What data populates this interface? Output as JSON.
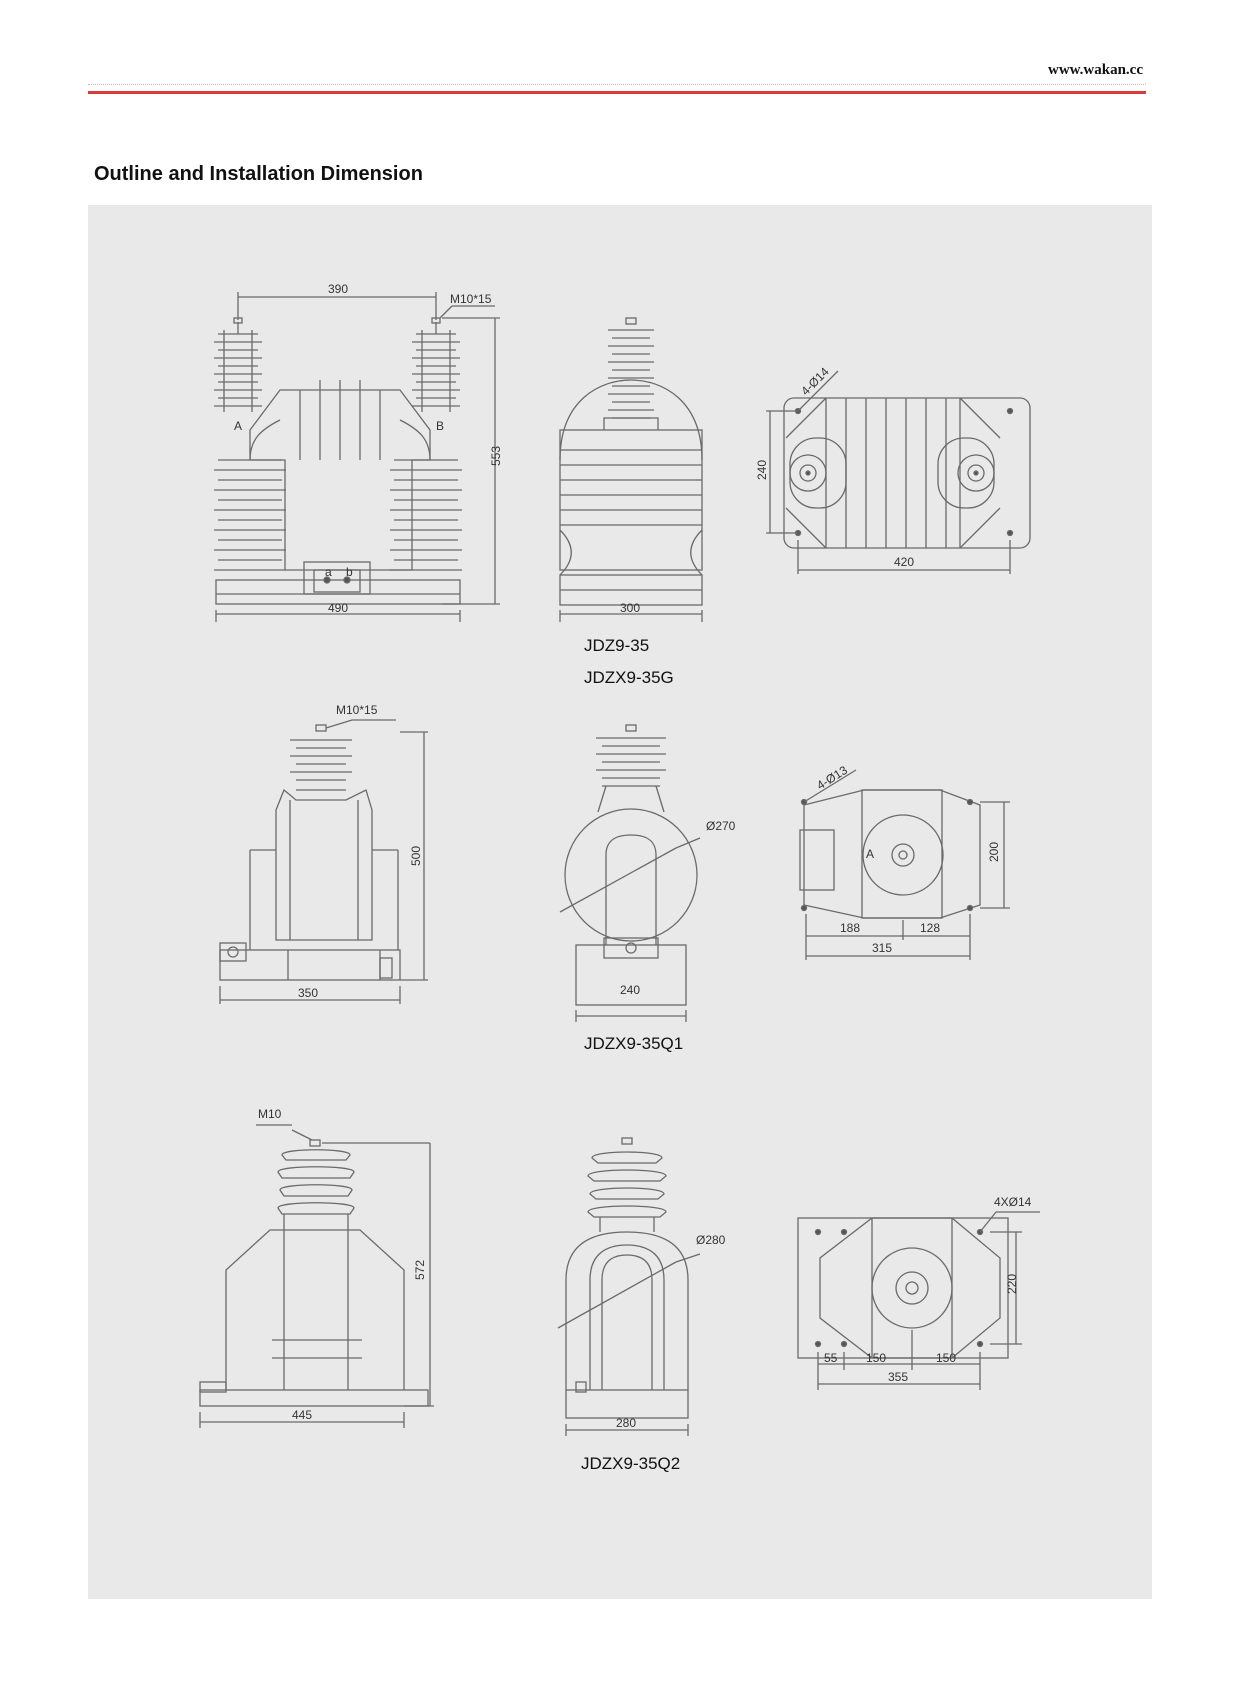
{
  "header": {
    "site_url": "www.wakan.cc"
  },
  "section": {
    "title": "Outline and Installation Dimension"
  },
  "row1": {
    "caption_1": "JDZ9-35",
    "caption_2": "JDZX9-35G",
    "front": {
      "width_top": "390",
      "bolt": "M10*15",
      "height": "553",
      "width_base": "490",
      "terminal_left": "A",
      "terminal_right": "B",
      "box_a": "a",
      "box_b": "b"
    },
    "side": {
      "width": "300"
    },
    "top": {
      "holes": "4-Ø14",
      "depth": "240",
      "spacing": "420"
    }
  },
  "row2": {
    "caption": "JDZX9-35Q1",
    "front": {
      "bolt": "M10*15",
      "height": "500",
      "width": "350"
    },
    "side": {
      "diameter": "Ø270",
      "width": "240"
    },
    "top": {
      "holes": "4-Ø13",
      "depth": "200",
      "dim_left": "188",
      "dim_right": "128",
      "dim_total": "315",
      "terminal": "A"
    }
  },
  "row3": {
    "caption": "JDZX9-35Q2",
    "front": {
      "bolt": "M10",
      "height": "572",
      "width": "445"
    },
    "side": {
      "diameter": "Ø280",
      "width": "280"
    },
    "top": {
      "holes": "4XØ14",
      "depth": "220",
      "dim_1": "55",
      "dim_2": "150",
      "dim_3": "150",
      "dim_total": "355"
    }
  }
}
